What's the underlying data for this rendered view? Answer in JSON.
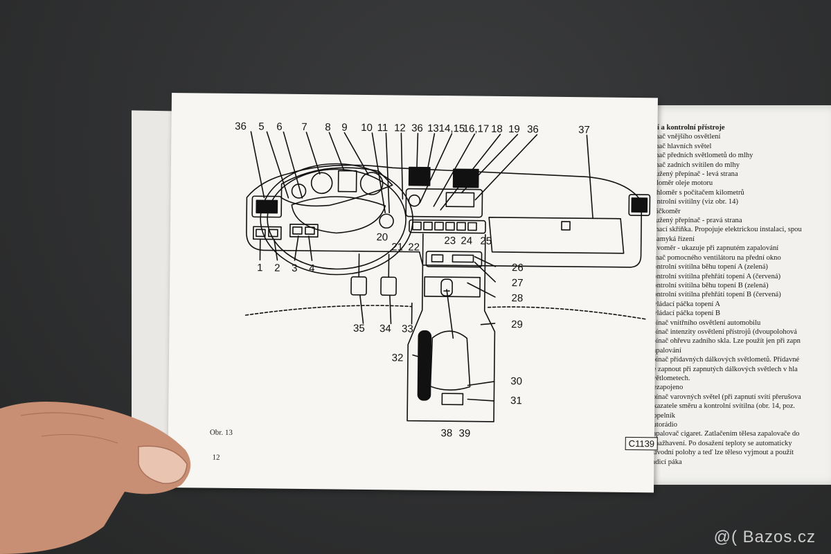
{
  "figure": {
    "caption": "Obr. 13",
    "page_number": "12",
    "code": "C1139",
    "callouts_top": [
      "36",
      "5",
      "6",
      "7",
      "8",
      "9",
      "10",
      "11",
      "12",
      "36",
      "13",
      "14,15",
      "16,17",
      "18",
      "19",
      "36",
      "37"
    ],
    "callouts_left": [
      "1",
      "2",
      "3",
      "4"
    ],
    "callouts_mid": [
      "20",
      "21",
      "22",
      "23",
      "24",
      "25"
    ],
    "callouts_right": [
      "26",
      "27",
      "28",
      "29",
      "30",
      "31"
    ],
    "callouts_bottom": [
      "35",
      "34",
      "33",
      "32",
      "38",
      "39"
    ]
  },
  "legend": {
    "heading": "lací a kontrolní přístroje",
    "items": [
      "pínač vnějšího osvětlení",
      "pínač hlavních světel",
      "pínač předních světlometů do mlhy",
      "pínač zadních svítilen do mlhy",
      "družený přepínač - levá strana",
      "eploměr oleje motoru",
      "ychloměr s počítačem kilometrů",
      "kontrolní svítilny (viz obr. 14)",
      "otáčkoměr",
      "družený přepínač - pravá strana",
      "pínací skříňka. Propojuje elektrickou instalaci, spou",
      "uzamyká řízení",
      "alivoměr - ukazuje při zapnutém zapalování",
      "pínač pomocného ventilátoru na přední okno",
      "kontrolní svítilna běhu topení A (zelená)",
      "kontrolní svítilna přehřátí topení A (červená)",
      "kontrolní svítilna běhu topení B (zelená)",
      "kontrolní svítilna přehřátí topení B (červená)",
      "ovládací páčka topení A",
      "ovládací páčka topení B",
      "spínač vnitřního osvětlení automobilu",
      "spínač intenzity osvětlení přístrojů (dvoupolohová",
      "spínač ohřevu zadního skla. Lze použít jen při zapn",
      "zapalování",
      "spínač přídavných dálkových světlometů. Přídavné",
      "ze zapnout při zapnutých dálkových světlech v hla",
      "světlometech.",
      "nezapojeno",
      "spínač varovných světel (při zapnutí svítí přerušova",
      "ukazatele směru a kontrolní svítilna (obr. 14, poz.",
      "popelník",
      "autorádio",
      "zapalovač cigaret. Zatlačením tělesa zapalovače do",
      "k nažhavení. Po dosažení teploty se automaticky",
      "původní polohy a teď lze těleso vyjmout a použít",
      "řadicí páka"
    ]
  },
  "watermark": "@( Bazos.cz",
  "colors": {
    "mat": "#2e2f30",
    "paper": "#f7f6f3",
    "ink": "#111111",
    "skin": "#c98f74"
  }
}
